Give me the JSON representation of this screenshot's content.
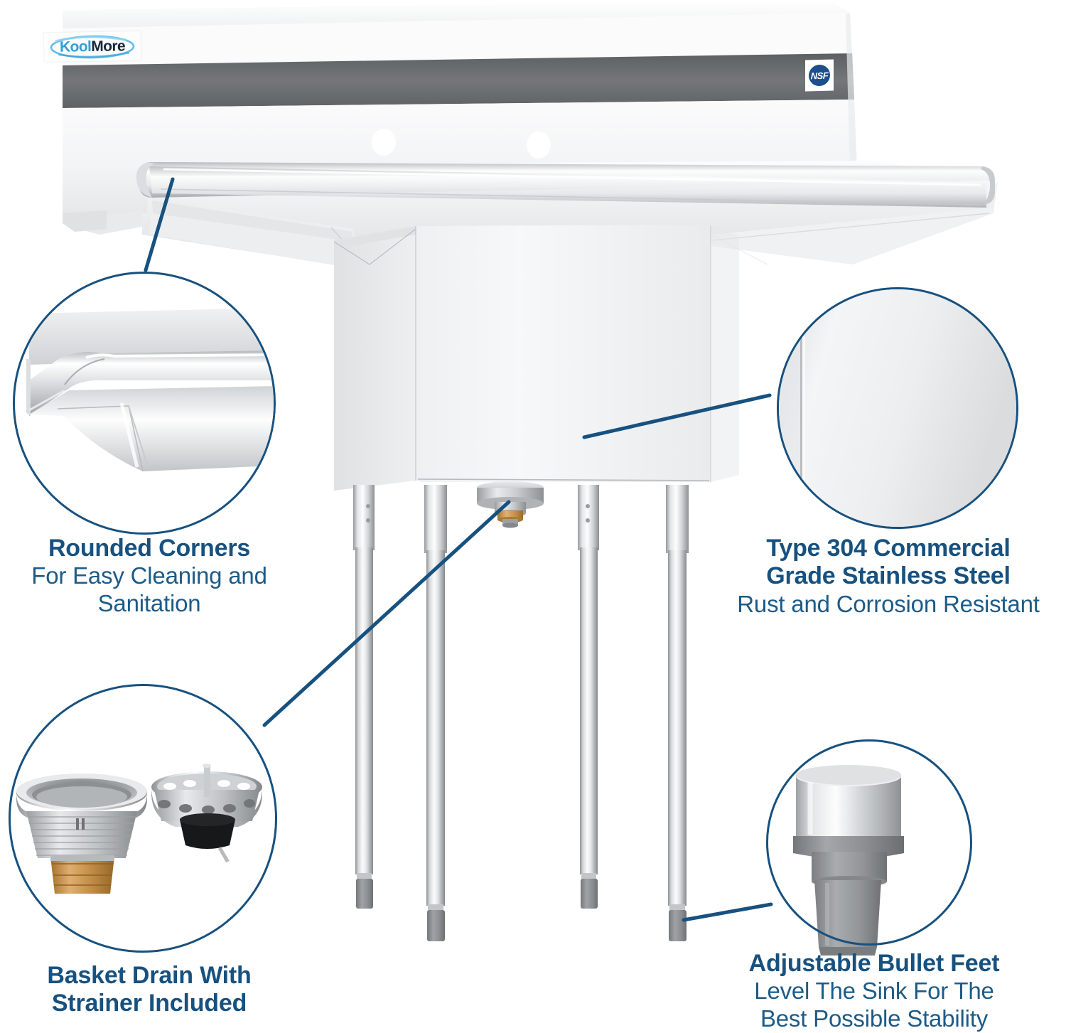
{
  "product": {
    "brand_logo": {
      "part1": "Kool",
      "part2": "More"
    },
    "certification_badge": "NSF",
    "description": "Stainless steel commercial compartment sink with left and right drainboards, backsplash with two faucet holes, four adjustable legs",
    "colors": {
      "accent_navy": "#17517f",
      "subtext_navy": "#1d5b87",
      "steel_light": "#f2f3f4",
      "steel_mid": "#d8dadc",
      "steel_dark": "#6b6e71",
      "backsplash_band": "#6e7174",
      "brass": "#c08b45",
      "foot_grey": "#8c8f92",
      "background": "#ffffff"
    }
  },
  "callouts": [
    {
      "id": "rounded-corners",
      "position": "top-left",
      "title": "Rounded Corners",
      "subtitle_lines": [
        "For Easy Cleaning and",
        "Sanitation"
      ],
      "image_name": "rounded-corner-closeup"
    },
    {
      "id": "type-304-steel",
      "position": "top-right",
      "title_lines": [
        "Type 304 Commercial",
        "Grade Stainless Steel"
      ],
      "subtitle_lines": [
        "Rust and Corrosion Resistant"
      ],
      "image_name": "stainless-steel-surface-closeup"
    },
    {
      "id": "basket-drain",
      "position": "bottom-left",
      "title_lines": [
        "Basket Drain With",
        "Strainer Included"
      ],
      "subtitle_lines": [],
      "image_name": "basket-drain-and-strainer-closeup"
    },
    {
      "id": "bullet-feet",
      "position": "bottom-right",
      "title": "Adjustable Bullet Feet",
      "subtitle_lines": [
        "Level The Sink For The",
        "Best Possible Stability"
      ],
      "image_name": "adjustable-bullet-foot-closeup"
    }
  ]
}
